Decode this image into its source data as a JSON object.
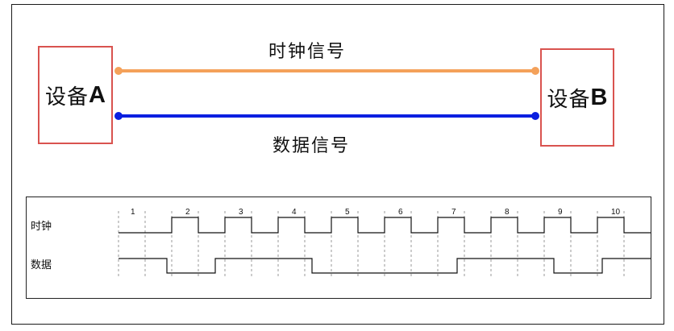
{
  "devices": {
    "a": {
      "prefix": "设备",
      "suffix": "A"
    },
    "b": {
      "prefix": "设备",
      "suffix": "B"
    }
  },
  "signals": {
    "clock": {
      "label": "时钟信号",
      "color": "#f4a15a"
    },
    "data": {
      "label": "数据信号",
      "color": "#0a1fe0"
    }
  },
  "device_border_color": "#d9534f",
  "timing": {
    "row_labels": {
      "clock": "时钟",
      "data": "数据"
    },
    "cycles": [
      "1",
      "2",
      "3",
      "4",
      "5",
      "6",
      "7",
      "8",
      "9",
      "10"
    ],
    "clock_high": [
      0,
      1,
      1,
      1,
      1,
      1,
      1,
      1,
      1,
      1
    ],
    "data_levels": [
      1,
      0,
      1,
      1,
      0,
      0,
      0,
      1,
      1,
      0,
      1
    ]
  }
}
